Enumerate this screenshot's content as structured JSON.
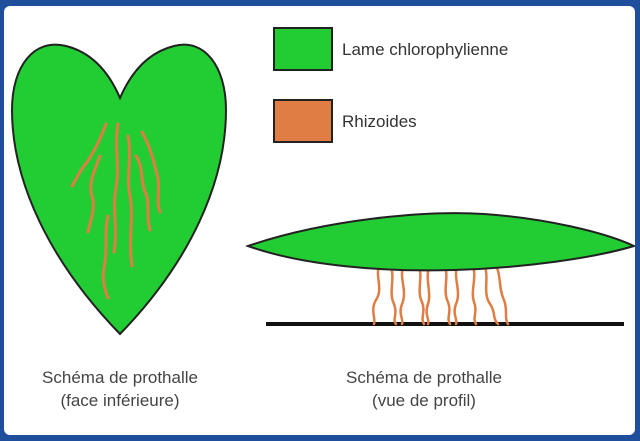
{
  "legend": {
    "items": [
      {
        "label": "Lame chlorophylienne",
        "color": "#22cc33"
      },
      {
        "label": "Rhizoides",
        "color": "#e07d45"
      }
    ]
  },
  "captions": {
    "left_line1": "Schéma de prothalle",
    "left_line2": "(face inférieure)",
    "right_line1": "Schéma de prothalle",
    "right_line2": "(vue de profil)"
  },
  "colors": {
    "blade": "#22cc33",
    "rhizoid": "#e07d45",
    "outline": "#222222",
    "ground": "#111111",
    "background": "#1f4f9c"
  }
}
